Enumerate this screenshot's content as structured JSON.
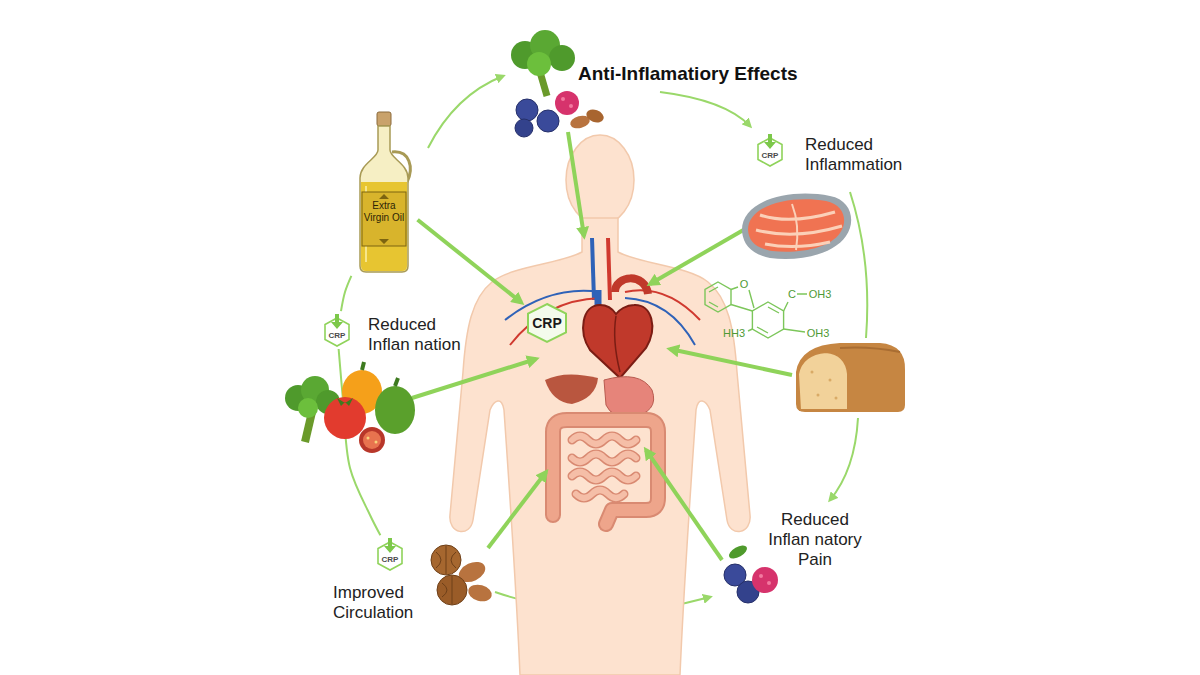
{
  "diagram": {
    "title": "Anti-Inflamatiory Effects",
    "nodes": [
      {
        "text": [
          "Extra Virgin Oil"
        ]
      },
      {
        "text": [
          "CRP",
          "Reduced Inflammation"
        ]
      },
      {
        "text": [
          "CRP"
        ]
      },
      {
        "text": [
          "CRP",
          "Reduced Inflan nation"
        ]
      },
      {
        "text": [
          "CRP",
          "Improved Circulation"
        ]
      }
    ],
    "edges": [
      {
        "from": 0,
        "to": 2,
        "arrow": "to"
      },
      {
        "from": 0,
        "to": 3,
        "arrow": "none"
      },
      {
        "from": 3,
        "to": 4,
        "arrow": "none"
      }
    ],
    "labels": [
      "Reduced Inflan natory Pain",
      "O",
      "C",
      "OH3",
      "HH3",
      "OH3"
    ]
  }
}
